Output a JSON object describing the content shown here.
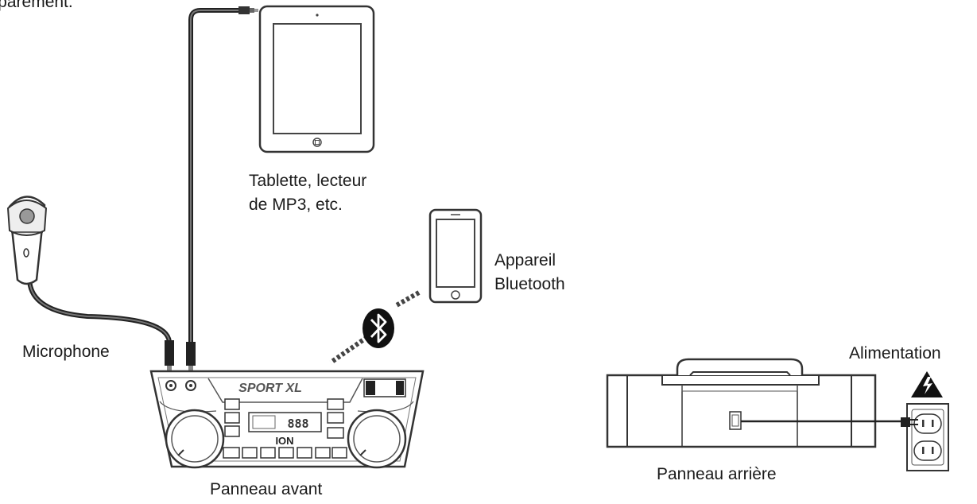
{
  "header": {
    "text": "séparément."
  },
  "devices": {
    "tablet": {
      "line1": "Tablette, lecteur",
      "line2": "de MP3, etc."
    },
    "bluetooth_device": {
      "line1": "Appareil",
      "line2": "Bluetooth"
    },
    "microphone": {
      "label": "Microphone"
    },
    "power": {
      "label": "Alimentation"
    }
  },
  "panels": {
    "front": {
      "label": "Panneau avant",
      "brand": "SPORT XL",
      "logo": "ION",
      "display": "888"
    },
    "rear": {
      "label": "Panneau arrière"
    }
  },
  "icons": {
    "bluetooth": "bluetooth-icon",
    "warning": "warning-lightning-icon",
    "outlet": "wall-outlet-icon"
  }
}
